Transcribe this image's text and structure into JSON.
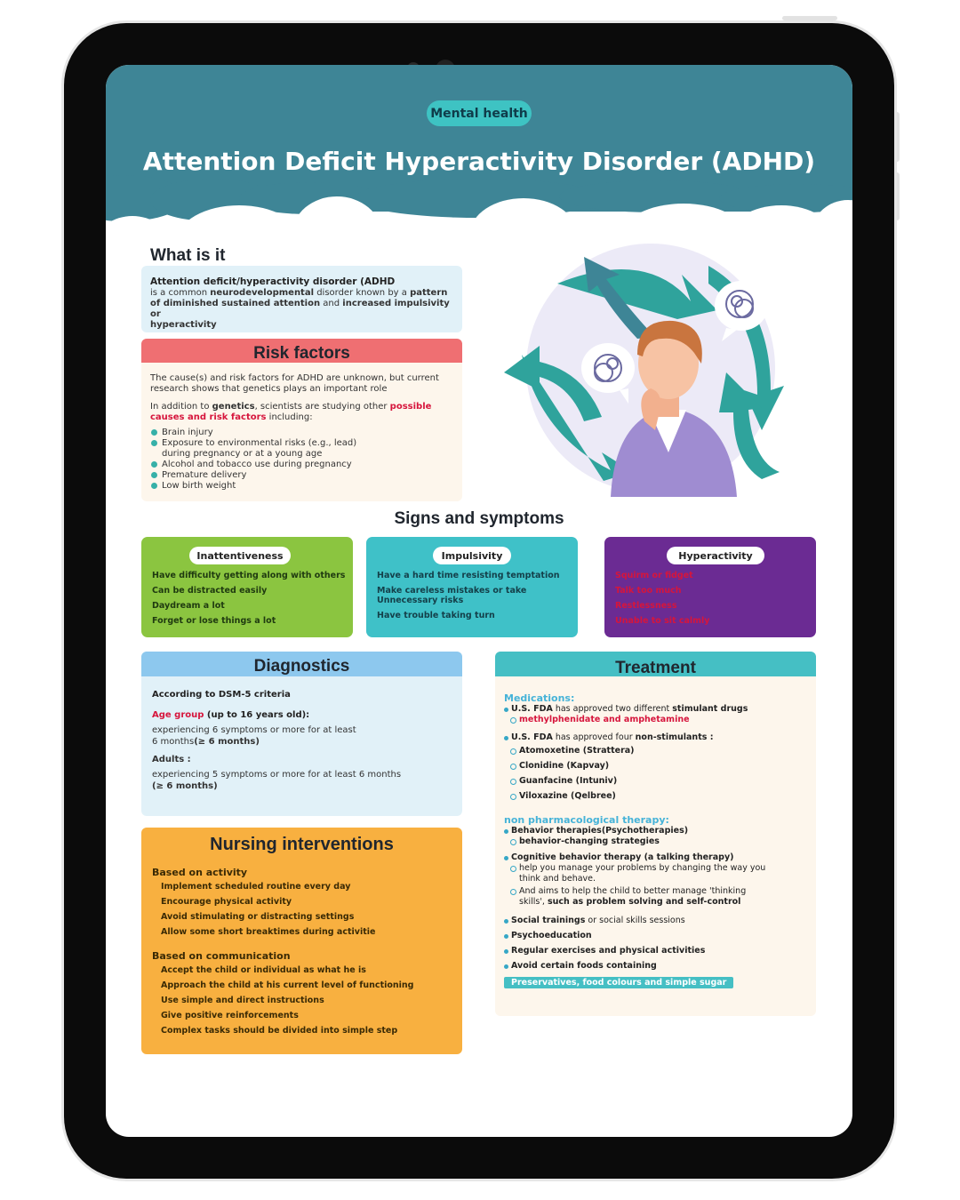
{
  "badge": "Mental health",
  "title": "Attention Deficit Hyperactivity Disorder (ADHD)",
  "colors": {
    "header_teal": "#3e8596",
    "risk_red": "#ef6f72",
    "diag_blue": "#8dc8ee",
    "treat_teal": "#45bfc4",
    "nursing_orange": "#f8b040",
    "inattentive_green": "#8bc540",
    "impulsivity_teal": "#3fc1c8",
    "hyper_purple": "#6b2b93",
    "accent_red": "#d6153c"
  },
  "what_is_it": {
    "heading": "What is it",
    "p1": "Attention deficit/hyperactivity disorder (ADHD",
    "p2a": "is a common ",
    "p2b": "neurodevelopmental",
    "p2c": " disorder known by a ",
    "p2d": "pattern",
    "p3a": "of diminished sustained attention",
    "p3b": " and ",
    "p3c": "increased impulsivity or",
    "p4": "hyperactivity"
  },
  "risk": {
    "heading": "Risk factors",
    "p1": "The cause(s) and risk factors for ADHD are unknown, but current research shows that genetics plays an important role",
    "p2a": "In addition to ",
    "p2b": "genetics",
    "p2c": ", scientists are studying other ",
    "p2d": "possible causes and risk factors",
    "p2e": " including:",
    "items": [
      "Brain injury",
      "Exposure to environmental risks (e.g., lead) during pregnancy or at a young age",
      "Alcohol and tobacco use during pregnancy",
      "Premature delivery",
      "Low birth weight"
    ]
  },
  "signs": {
    "heading": "Signs and symptoms",
    "cards": [
      {
        "title": "Inattentiveness",
        "items": [
          "Have difficulty getting along with others",
          "Can be distracted easily",
          "Daydream a lot",
          "Forget or lose things a lot"
        ]
      },
      {
        "title": "Impulsivity",
        "items": [
          "Have a hard time resisting temptation",
          "Make careless mistakes or take Unnecessary risks",
          "Have trouble taking turn"
        ]
      },
      {
        "title": "Hyperactivity",
        "items": [
          "Squirm or fidget",
          "Talk too much",
          "Restlessness",
          "Unable to sit calmly"
        ]
      }
    ]
  },
  "diagnostics": {
    "heading": "Diagnostics",
    "criteria": "According to DSM-5 criteria",
    "age_label": "Age group",
    "age_rest": " (up to 16 years old):",
    "age_text1": "experiencing 6 symptoms or more for at least",
    "age_text2a": "6 months",
    "age_text2b": "(≥ 6 months)",
    "adult_label": "Adults :",
    "adult_text1": "experiencing 5 symptoms or more for at least 6 months",
    "adult_text2": "(≥ 6 months)"
  },
  "nursing": {
    "heading": "Nursing interventions",
    "groups": [
      {
        "label": "Based on activity",
        "items": [
          "Implement scheduled routine every day",
          "Encourage physical activity",
          "Avoid stimulating or distracting settings",
          "Allow some short breaktimes during activitie"
        ]
      },
      {
        "label": "Based on communication",
        "items": [
          "Accept the child or individual as what he is",
          "Approach the child at his current level of functioning",
          "Use simple and direct instructions",
          "Give positive reinforcements",
          "Complex tasks should be divided into simple step"
        ]
      }
    ]
  },
  "treatment": {
    "heading": "Treatment",
    "med_label": "Medications:",
    "fda1a": "U.S. FDA",
    "fda1b": " has approved two different ",
    "fda1c": "stimulant drugs",
    "stimulants": "methylphenidate and amphetamine",
    "fda2a": "U.S. FDA",
    "fda2b": " has approved four ",
    "fda2c": "non-stimulants :",
    "nonstim": [
      "Atomoxetine (Strattera)",
      "Clonidine (Kapvay)",
      "Guanfacine (Intuniv)",
      "Viloxazine (Qelbree)"
    ],
    "nonpharm_label": "non pharmacological therapy:",
    "beh": "Behavior therapies(Psychotherapies)",
    "beh_sub": "behavior-changing strategies",
    "cbt": "Cognitive behavior therapy (a talking therapy)",
    "cbt_sub1": "help you manage your problems by changing the way you think and behave.",
    "cbt_sub2a": "And aims to help the child to better manage 'thinking skills', ",
    "cbt_sub2b": "such as problem solving and self-control",
    "social_a": "Social trainings",
    "social_b": " or social skills sessions",
    "psycho": "Psychoeducation",
    "exercise": "Regular exercises and physical activities",
    "avoid": "Avoid certain foods containing",
    "avoid_tag": "Preservatives, food colours and simple sugar"
  }
}
